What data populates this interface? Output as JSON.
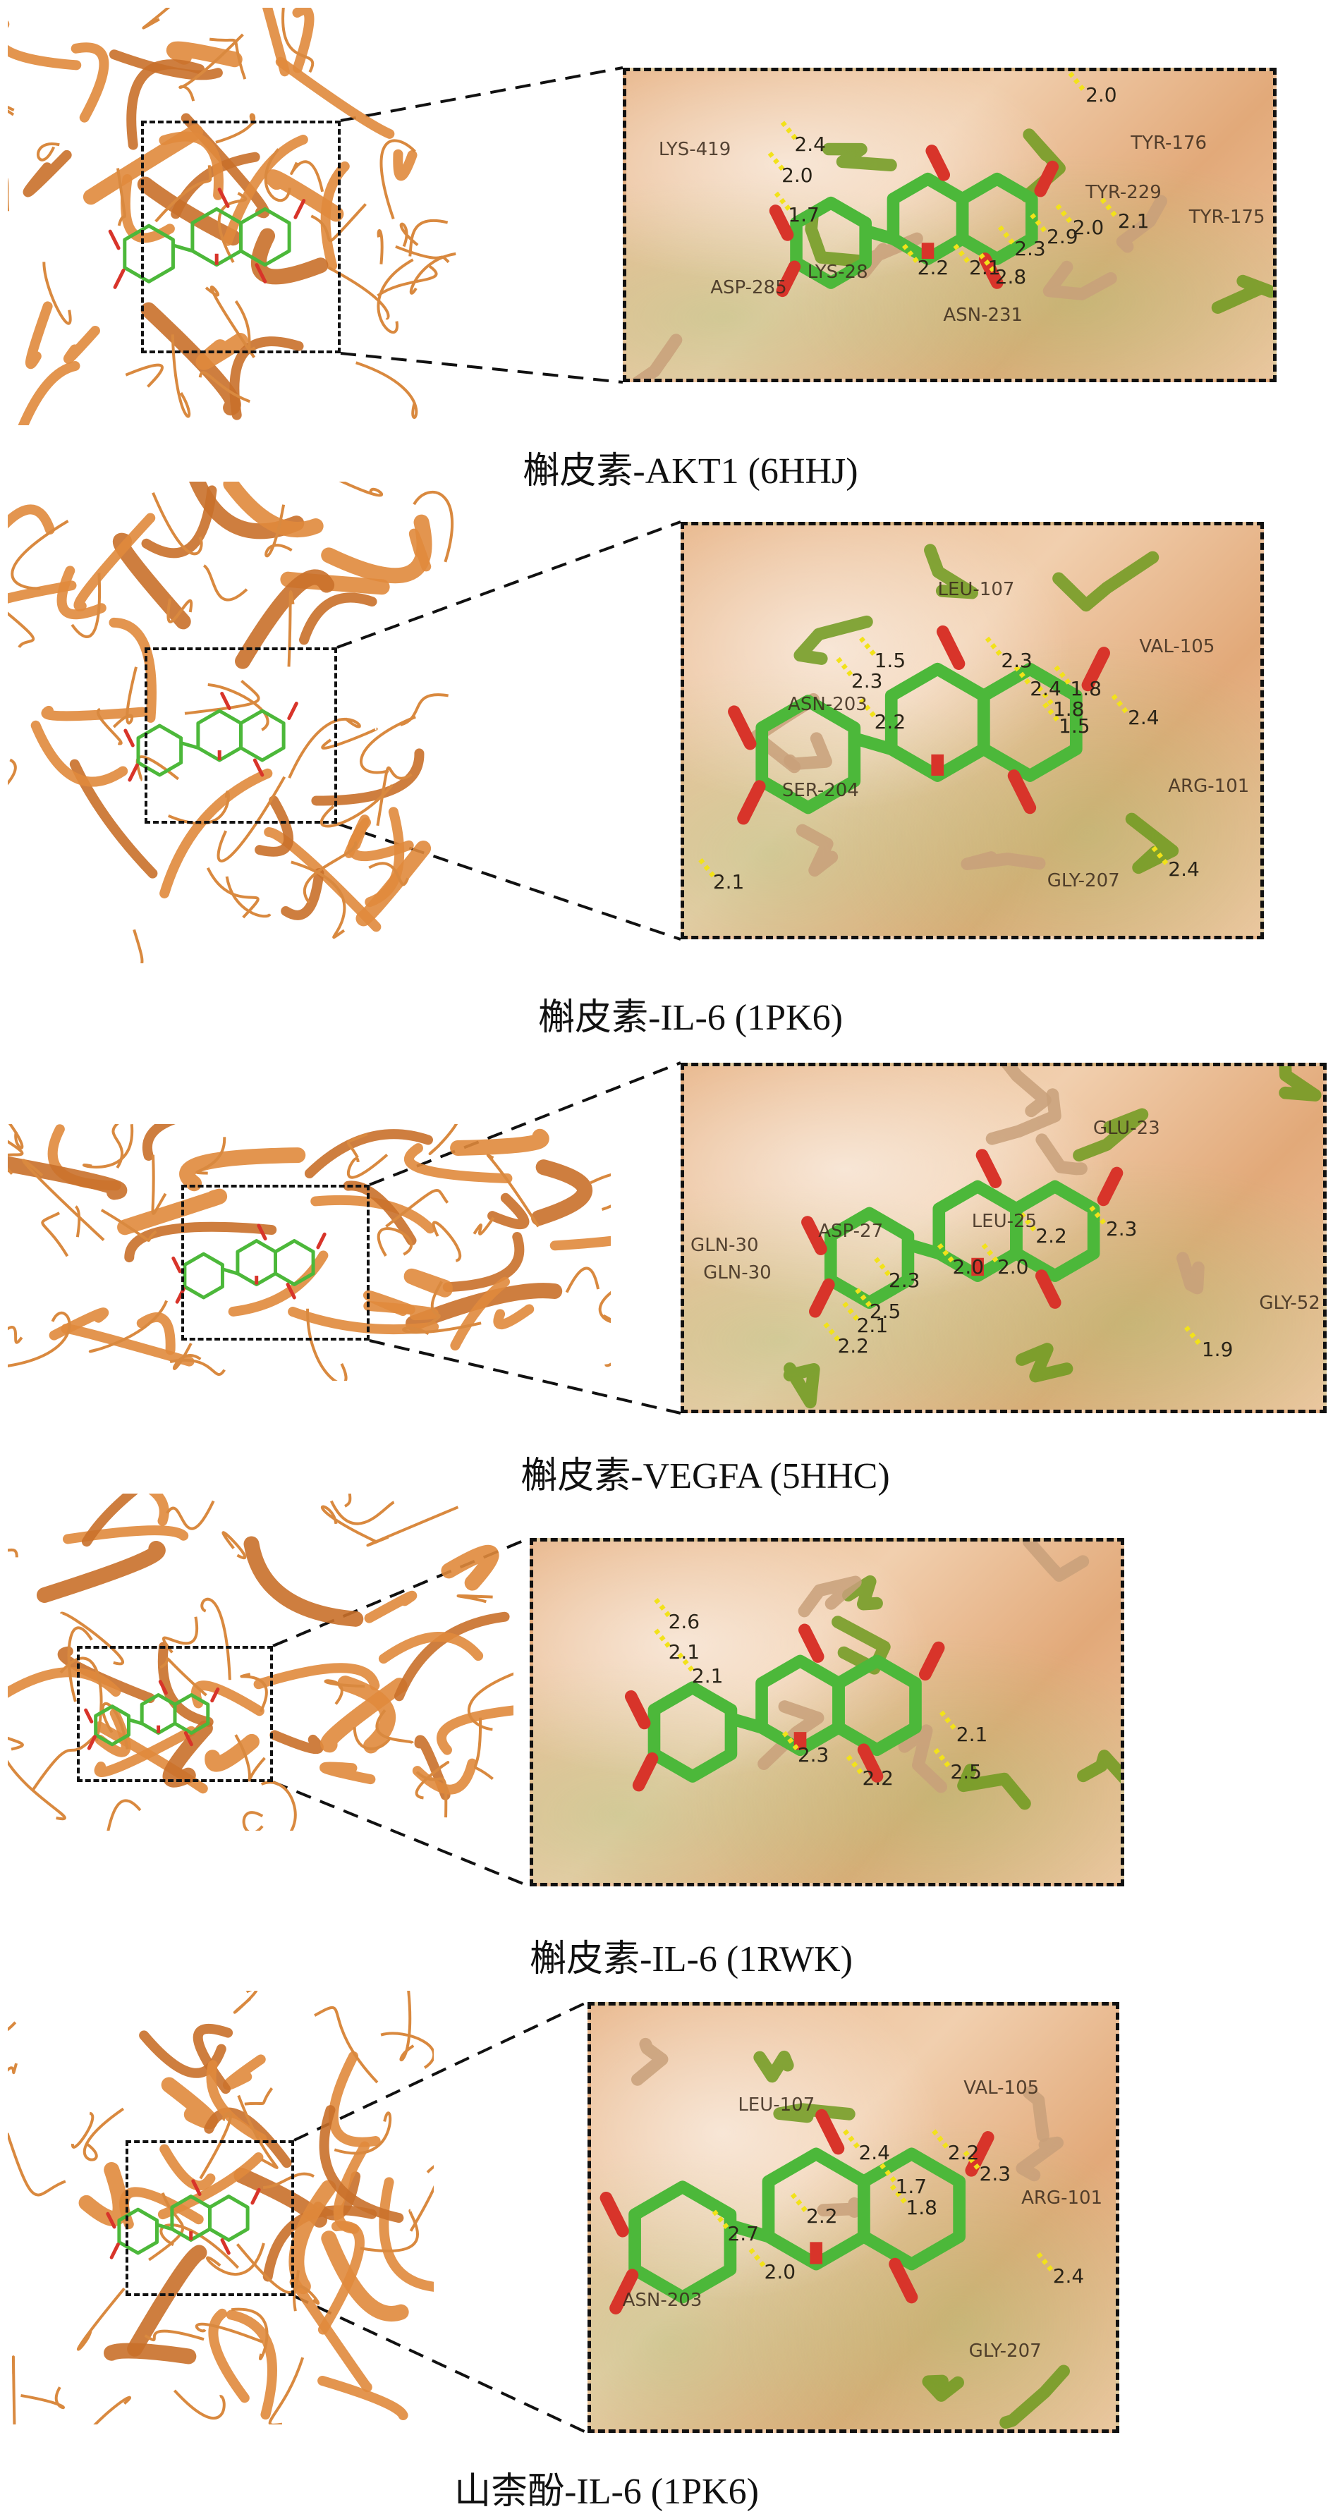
{
  "colors": {
    "protein": "#e08a3c",
    "ligand": "#4cb83a",
    "oxygen": "#d8342a",
    "hbond": "#f2e21a",
    "surface": "#f0c6a0"
  },
  "panels": [
    {
      "caption": "槲皮素-AKT1 (6HHJ)",
      "residues": [
        "LYS-419",
        "TYR-176",
        "TYR-229",
        "TYR-175",
        "ASP-285",
        "LYS-28",
        "ASN-231"
      ],
      "distances": [
        "2.4",
        "2.0",
        "1.7",
        "2.2",
        "2.1",
        "2.8",
        "2.3",
        "2.9",
        "2.0",
        "2.1",
        "2.0"
      ]
    },
    {
      "caption": "槲皮素-IL-6 (1PK6)",
      "residues": [
        "LEU-107",
        "VAL-105",
        "ASN-203",
        "SER-204",
        "ARG-101",
        "GLY-207"
      ],
      "distances": [
        "1.5",
        "2.3",
        "2.2",
        "2.3",
        "2.4",
        "1.8",
        "1.8",
        "1.5",
        "2.4",
        "2.4",
        "2.1"
      ]
    },
    {
      "caption": "槲皮素-VEGFA (5HHC)",
      "residues": [
        "GLU-23",
        "LEU-25",
        "ASP-27",
        "GLN-30",
        "GLN-30",
        "GLY-52"
      ],
      "distances": [
        "2.2",
        "2.3",
        "2.0",
        "2.0",
        "2.3",
        "2.5",
        "2.1",
        "2.2",
        "1.9"
      ]
    },
    {
      "caption": "槲皮素-IL-6 (1RWK)",
      "residues": [],
      "distances": [
        "2.6",
        "2.1",
        "2.1",
        "2.3",
        "2.2",
        "2.1",
        "2.5"
      ]
    },
    {
      "caption": "山柰酚-IL-6 (1PK6)",
      "residues": [
        "LEU-107",
        "VAL-105",
        "ARG-101",
        "ASN-203",
        "GLY-207"
      ],
      "distances": [
        "2.4",
        "2.2",
        "2.3",
        "1.7",
        "1.8",
        "2.2",
        "2.7",
        "2.0",
        "2.4"
      ]
    }
  ]
}
